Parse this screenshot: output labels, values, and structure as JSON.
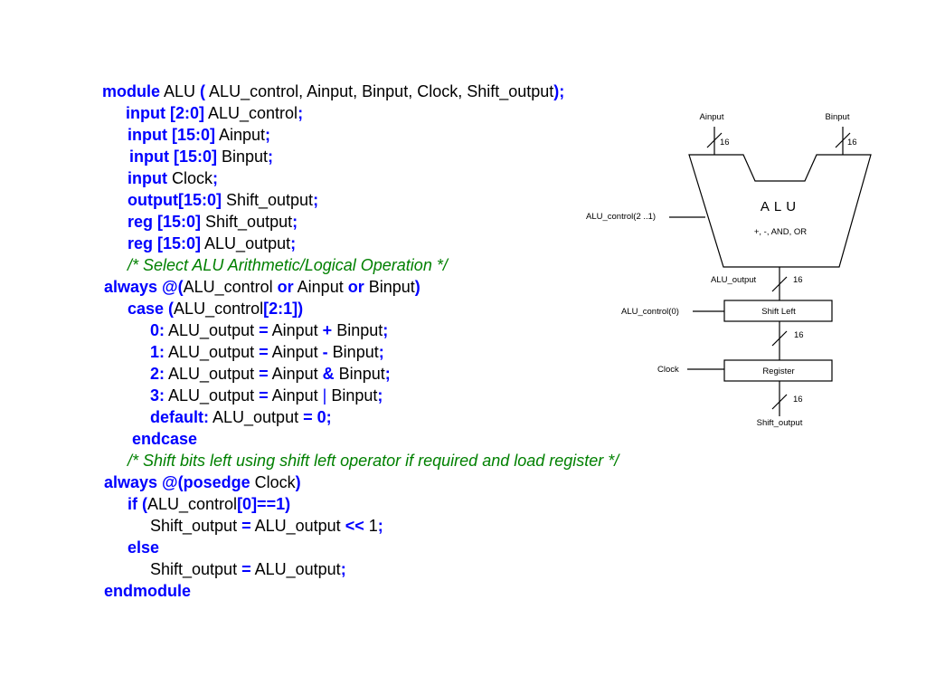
{
  "code": {
    "l1": {
      "kw1": "module",
      "id1": " ALU ",
      "kw2": "(",
      "id2": " ALU_control, Ainput, Binput, Clock, Shift_output",
      "kw3": ");"
    },
    "l2": {
      "kw1": "input [2:0]",
      "id1": " ALU_control",
      "kw2": ";"
    },
    "l3": {
      "kw1": "input [15:0]",
      "id1": " Ainput",
      "kw2": ";"
    },
    "l4": {
      "kw1": "input [15:0]",
      "id1": " Binput",
      "kw2": ";"
    },
    "l5": {
      "kw1": "input",
      "id1": " Clock",
      "kw2": ";"
    },
    "l6": {
      "kw1": "output[15:0]",
      "id1": " Shift_output",
      "kw2": ";"
    },
    "l7": {
      "kw1": "reg [15:0]",
      "id1": " Shift_output",
      "kw2": ";"
    },
    "l8": {
      "kw1": "reg [15:0]",
      "id1": " ALU_output",
      "kw2": ";"
    },
    "l9": {
      "cm": "/* Select ALU Arithmetic/Logical Operation */"
    },
    "l10": {
      "kw1": "always @(",
      "id1": "ALU_control ",
      "kw2": "or",
      "id2": " Ainput ",
      "kw3": "or",
      "id3": " Binput",
      "kw4": ")"
    },
    "l11": {
      "kw1": "case (",
      "id1": "ALU_control",
      "kw2": "[2:1])"
    },
    "l12": {
      "kw1": "0:",
      "id1": " ALU_output ",
      "kw2": "=",
      "id2": " Ainput ",
      "kw3": "+",
      "id3": " Binput",
      "kw4": ";"
    },
    "l13": {
      "kw1": "1:",
      "id1": " ALU_output ",
      "kw2": "=",
      "id2": " Ainput ",
      "kw3": "-",
      "id3": " Binput",
      "kw4": ";"
    },
    "l14": {
      "kw1": "2:",
      "id1": " ALU_output ",
      "kw2": "=",
      "id2": " Ainput ",
      "kw3": "&",
      "id3": " Binput",
      "kw4": ";"
    },
    "l15": {
      "kw1": "3:",
      "id1": " ALU_output ",
      "kw2": "=",
      "id2": " Ainput ",
      "kw3": "|",
      "id3": " Binput",
      "kw4": ";"
    },
    "l16": {
      "kw1": "default:",
      "id1": " ALU_output ",
      "kw2": "= 0;"
    },
    "l17": {
      "kw1": "endcase"
    },
    "l18": {
      "cm": "/* Shift bits left using shift left operator if required and load register */"
    },
    "l19": {
      "kw1": "always @(posedge",
      "id1": " Clock",
      "kw2": ")"
    },
    "l20": {
      "kw1": "if (",
      "id1": "ALU_control",
      "kw2": "[0]==1)"
    },
    "l21": {
      "id1": "Shift_output ",
      "kw1": "=",
      "id2": " ALU_output ",
      "kw2": "<<",
      "id3": " 1",
      "kw3": ";"
    },
    "l22": {
      "kw1": "else"
    },
    "l23": {
      "id1": "Shift_output ",
      "kw1": "=",
      "id2": " ALU_output",
      "kw2": ";"
    },
    "l24": {
      "kw1": "endmodule"
    }
  },
  "diagram": {
    "ainput": "Ainput",
    "binput": "Binput",
    "bus16": "16",
    "alu_title": "ALU",
    "alu_ops": "+, -, AND, OR",
    "alu_control_21": "ALU_control(2 ..1)",
    "alu_output": "ALU_output",
    "alu_control_0": "ALU_control(0)",
    "shift_left": "Shift Left",
    "clock": "Clock",
    "register": "Register",
    "shift_output": "Shift_output"
  }
}
